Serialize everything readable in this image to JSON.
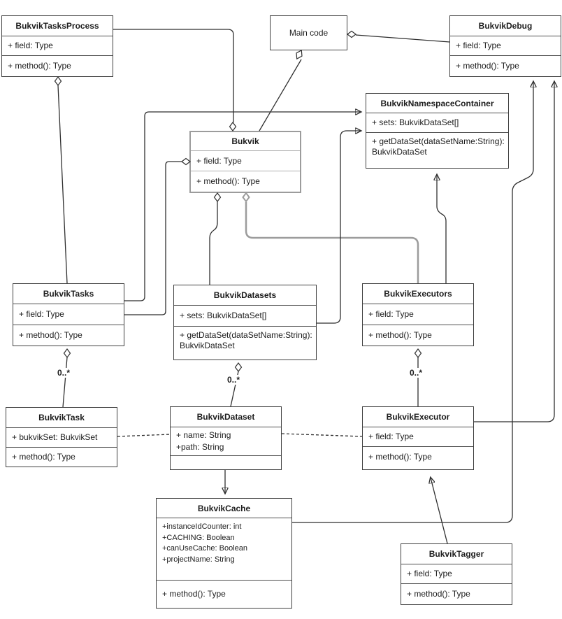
{
  "diagram": {
    "type": "uml-class-diagram",
    "multiplicity_labels": [
      "0..*",
      "0..*",
      "0..*"
    ],
    "colors": {
      "background": "#ffffff",
      "box_border": "#3f3f3f",
      "highlight_border": "#9c9c9c",
      "connector": "#2f2f2f"
    },
    "classes": [
      {
        "name": "BukvikTasksProcess",
        "compartments": [
          [
            "+ field: Type"
          ],
          [
            "+ method(): Type"
          ]
        ]
      },
      {
        "name": "Main code",
        "compartments": []
      },
      {
        "name": "BukvikDebug",
        "compartments": [
          [
            "+ field: Type"
          ],
          [
            "+ method(): Type"
          ]
        ]
      },
      {
        "name": "BukvikNamespaceContainer",
        "compartments": [
          [
            "+ sets: BukvikDataSet[]"
          ],
          [
            "+ getDataSet(dataSetName:String):",
            "BukvikDataSet"
          ]
        ]
      },
      {
        "name": "Bukvik",
        "compartments": [
          [
            "+ field: Type"
          ],
          [
            "+ method(): Type"
          ]
        ]
      },
      {
        "name": "BukvikTasks",
        "compartments": [
          [
            "+ field: Type"
          ],
          [
            "+ method(): Type"
          ]
        ]
      },
      {
        "name": "BukvikDatasets",
        "compartments": [
          [
            "+ sets: BukvikDataSet[]"
          ],
          [
            "+ getDataSet(dataSetName:String):",
            "BukvikDataSet"
          ]
        ]
      },
      {
        "name": "BukvikExecutors",
        "compartments": [
          [
            "+ field: Type"
          ],
          [
            "+ method(): Type"
          ]
        ]
      },
      {
        "name": "BukvikTask",
        "compartments": [
          [
            "+ bukvikSet: BukvikSet"
          ],
          [
            "+ method(): Type"
          ]
        ]
      },
      {
        "name": "BukvikDataset",
        "compartments": [
          [
            "+ name: String",
            "+path: String"
          ],
          []
        ]
      },
      {
        "name": "BukvikExecutor",
        "compartments": [
          [
            "+ field: Type"
          ],
          [
            "+ method(): Type"
          ]
        ]
      },
      {
        "name": "BukvikCache",
        "compartments": [
          [
            "+instanceIdCounter: int",
            "+CACHING: Boolean",
            "+canUseCache: Boolean",
            "+projectName: String"
          ],
          [
            "+ method(): Type"
          ]
        ]
      },
      {
        "name": "BukvikTagger",
        "compartments": [
          [
            "+ field: Type"
          ],
          [
            "+ method(): Type"
          ]
        ]
      }
    ]
  }
}
